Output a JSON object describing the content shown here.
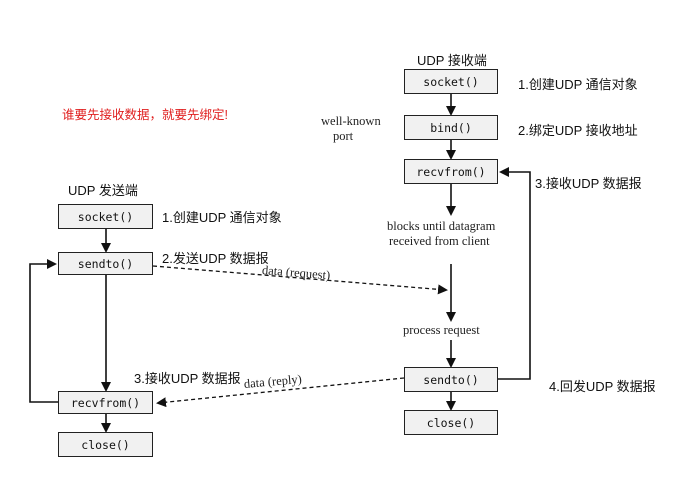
{
  "note": "谁要先接收数据，就要先绑定!",
  "receiver": {
    "title": "UDP 接收端",
    "socket": "socket()",
    "bind": "bind()",
    "recvfrom": "recvfrom()",
    "sendto": "sendto()",
    "close": "close()",
    "well_known_1": "well-known",
    "well_known_2": "port",
    "blocks_1": "blocks until datagram",
    "blocks_2": "received from client",
    "process": "process request",
    "step1": "1.创建UDP 通信对象",
    "step2": "2.绑定UDP 接收地址",
    "step3": "3.接收UDP 数据报",
    "step4": "4.回发UDP 数据报"
  },
  "sender": {
    "title": "UDP 发送端",
    "socket": "socket()",
    "sendto": "sendto()",
    "recvfrom": "recvfrom()",
    "close": "close()",
    "step1": "1.创建UDP 通信对象",
    "step2": "2.发送UDP 数据报",
    "step3": "3.接收UDP 数据报"
  },
  "flows": {
    "request": "data (request)",
    "reply": "data (reply)"
  }
}
